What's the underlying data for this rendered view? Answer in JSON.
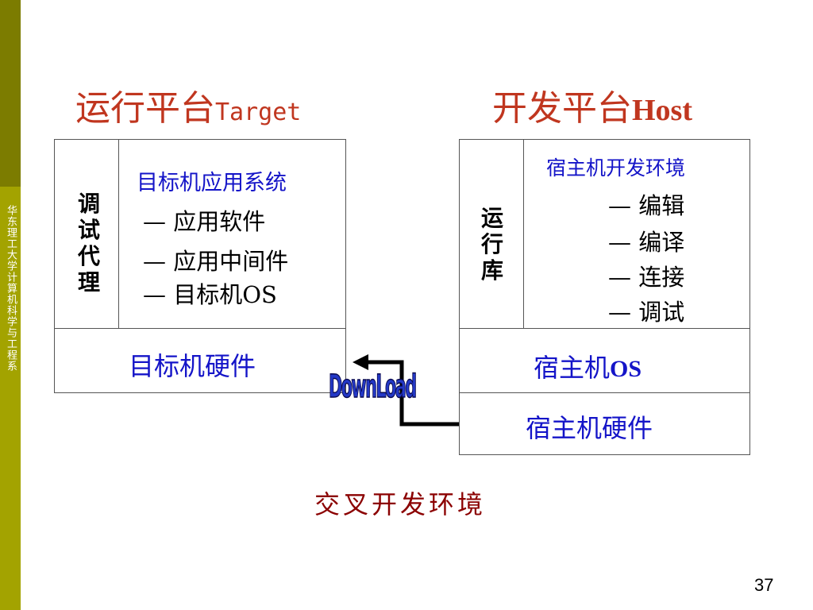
{
  "sidebar": {
    "text": "华东理工大学计算机科学与工程系"
  },
  "target": {
    "title_cn": "运行平台",
    "title_en": "Target",
    "debug_agent": "调试代理",
    "app_system_title": "目标机应用系统",
    "app_items": [
      "— 应用软件",
      "— 应用中间件",
      "— 目标机OS"
    ],
    "hardware": "目标机硬件"
  },
  "host": {
    "title_cn": "开发平台",
    "title_en": "Host",
    "runtime_lib": "运行库",
    "env_title": "宿主机开发环境",
    "env_items": [
      "— 编辑",
      "— 编译",
      "— 连接",
      "— 调试"
    ],
    "os_cn": "宿主机",
    "os_en": "OS",
    "hardware": "宿主机硬件"
  },
  "download_label": "DownLoad",
  "caption": "交叉开发环境",
  "page_number": "37",
  "colors": {
    "title": "#c0361f",
    "blue_text": "#1414c8",
    "caption": "#8b0000",
    "sidebar": "#a3a300"
  }
}
